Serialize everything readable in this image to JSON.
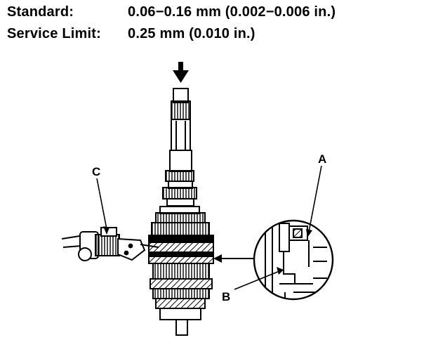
{
  "specs": {
    "standard": {
      "label": "Standard:",
      "value": "0.06−0.16 mm (0.002−0.006 in.)"
    },
    "service_limit": {
      "label": "Service Limit:",
      "value": "0.25 mm (0.010 in.)"
    }
  },
  "callouts": {
    "a": "A",
    "b": "B",
    "c": "C"
  }
}
